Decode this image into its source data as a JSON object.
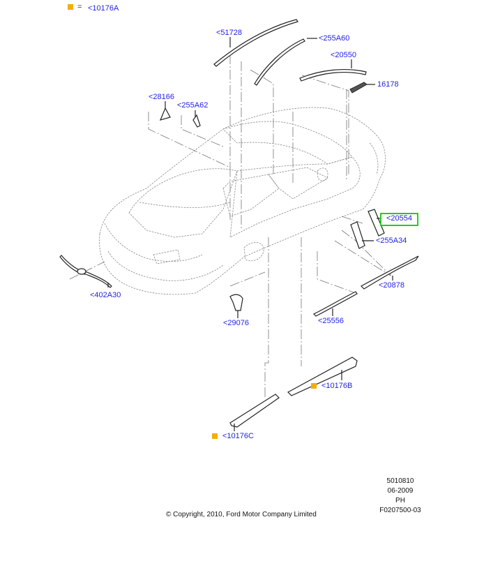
{
  "legend": {
    "marker_color": "#f5ae00",
    "equals": "=",
    "label": "<10176A"
  },
  "callouts": [
    {
      "id": "51728",
      "label": "<51728"
    },
    {
      "id": "255A60",
      "label": "<255A60"
    },
    {
      "id": "20550",
      "label": "<20550"
    },
    {
      "id": "16178",
      "label": "16178"
    },
    {
      "id": "28166",
      "label": "<28166"
    },
    {
      "id": "255A62",
      "label": "<255A62"
    },
    {
      "id": "20554",
      "label": "<20554",
      "highlighted": true
    },
    {
      "id": "255A34",
      "label": "<255A34"
    },
    {
      "id": "402A30",
      "label": "<402A30"
    },
    {
      "id": "20878",
      "label": "<20878"
    },
    {
      "id": "29076",
      "label": "<29076"
    },
    {
      "id": "25556",
      "label": "<25556"
    },
    {
      "id": "10176B",
      "label": "<10176B",
      "marked": true
    },
    {
      "id": "10176C",
      "label": "<10176C",
      "marked": true
    }
  ],
  "colors": {
    "label": "#1f1fe6",
    "highlight": "#22cc22",
    "marker": "#f5ae00"
  },
  "footer": {
    "copyright": "© Copyright, 2010, Ford Motor Company Limited",
    "doc_number": "5010810",
    "date": "06-2009",
    "region": "PH",
    "figure_id": "F0207500-03"
  }
}
